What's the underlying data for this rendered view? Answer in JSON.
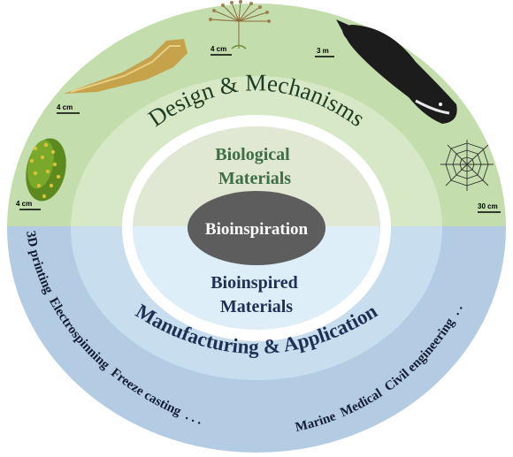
{
  "top_arc_title": "Design & Mechanisms",
  "bottom_arc_title": "Manufacturing & Application",
  "inner_top_label": [
    "Biological",
    "Materials"
  ],
  "inner_bottom_label": [
    "Bioinspired",
    "Materials"
  ],
  "center_label": "Bioinspiration",
  "left_arc_items": "3D printing  Electrospinning  Freeze casting  . . .",
  "right_arc_items": "Marine  Medical  Civil engineering  . .",
  "scale_bars": {
    "cactus": "4 cm",
    "bone": "4 cm",
    "plant": "4 cm",
    "whale": "3 m",
    "web": "30 cm"
  },
  "colors": {
    "top_outer": "#c3deac",
    "top_inner": "#d7e8c7",
    "bottom_outer": "#b3cbe3",
    "bottom_inner": "#c8ddee",
    "center_top": "#e0e7d2",
    "center_bottom": "#ddeef8",
    "title_green": "#1e3c23",
    "label_green": "#3d6e44",
    "label_navy": "#1f2f55",
    "core": "#5d5d5d"
  }
}
